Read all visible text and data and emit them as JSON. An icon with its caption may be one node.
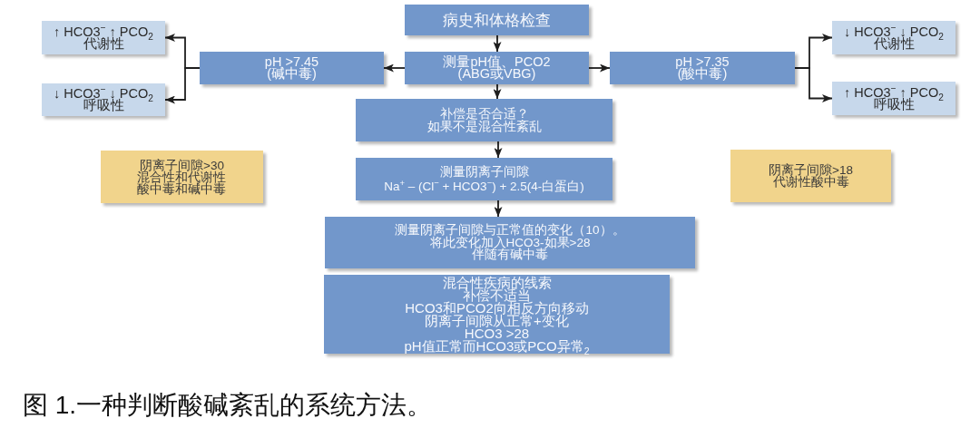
{
  "diagram": {
    "caption": "图 1.一种判断酸碱紊乱的系统方法。",
    "nodes": [
      {
        "text": [
          "病史和体格检查"
        ]
      },
      {
        "text": [
          "测量pH值、PCO2",
          "(ABG或VBG)"
        ]
      },
      {
        "text": [
          "pH >7.45",
          "(碱中毒)"
        ]
      },
      {
        "text": [
          "pH >7.35",
          "(酸中毒)"
        ]
      },
      {
        "text": [
          "↑ HCO3$^{−}$ ↑ PCO$_{2}$",
          "代谢性"
        ]
      },
      {
        "text": [
          "↓ HCO3$^{−}$ ↓ PCO$_{2}$",
          "呼吸性"
        ]
      },
      {
        "text": [
          "↓ HCO3$^{−}$ ↓ PCO$_{2}$",
          "代谢性"
        ]
      },
      {
        "text": [
          "↑ HCO3$^{−}$ ↑ PCO$_{2}$",
          "呼吸性"
        ]
      },
      {
        "text": [
          "补偿是否合适？",
          "如果不是混合性紊乱"
        ]
      },
      {
        "text": [
          "阴离子间隙>30",
          "混合性和代谢性酸中毒和碱中毒"
        ]
      },
      {
        "text": [
          "测量阴离子间隙",
          "Na$^{+}$ – (Cl$^{−}$ + HCO3$^{−}$) + 2.5(4-白蛋白)"
        ]
      },
      {
        "text": [
          "阴离子间隙>18",
          "代谢性酸中毒"
        ]
      },
      {
        "text": [
          "测量阴离子间隙与正常值的变化（10）。",
          "将此变化加入HCO3-如果>28伴随有碱中毒"
        ]
      },
      {
        "text": [
          "混合性疾病的线索",
          "补偿不适当",
          "HCO3和PCO2向相反方向移动",
          "阴离子间隙从正常+变化",
          "HCO3 >28",
          "pH值正常而HCO3或PCO异常$_{2}$"
        ]
      }
    ],
    "edges": [
      {
        "from": 0,
        "to": 1,
        "arrow": "to"
      },
      {
        "from": 1,
        "to": 2,
        "arrow": "to"
      },
      {
        "from": 1,
        "to": 3,
        "arrow": "to"
      },
      {
        "from": 1,
        "to": 8,
        "arrow": "to"
      },
      {
        "from": 2,
        "to": 4,
        "arrow": "to"
      },
      {
        "from": 2,
        "to": 5,
        "arrow": "to"
      },
      {
        "from": 3,
        "to": 6,
        "arrow": "to"
      },
      {
        "from": 3,
        "to": 7,
        "arrow": "to"
      },
      {
        "from": 8,
        "to": 10,
        "arrow": "to"
      },
      {
        "from": 10,
        "to": 12,
        "arrow": "to"
      }
    ]
  }
}
